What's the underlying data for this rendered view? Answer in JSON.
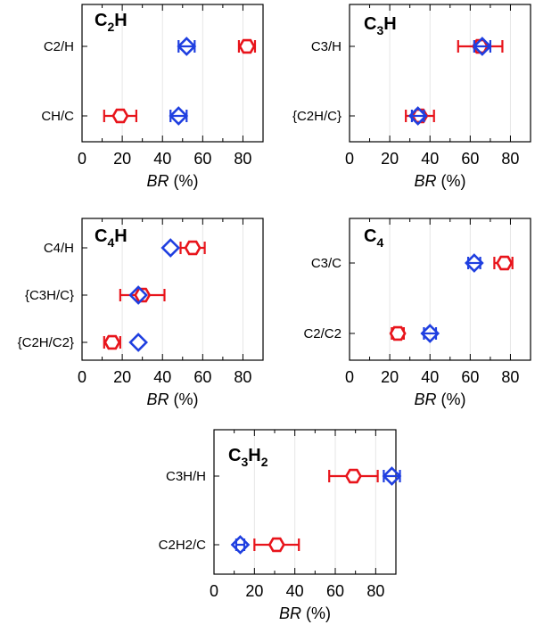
{
  "colors": {
    "red": "#e8141b",
    "blue": "#1f3fe0",
    "frame": "#000000",
    "grid": "#e6e6e6"
  },
  "chart_data": [
    {
      "type": "scatter",
      "title": {
        "main": "C",
        "sub1": "2",
        "mid": "H",
        "sub2": ""
      },
      "xlabel_italic": "BR",
      "xlabel_rest": " (%)",
      "xlim": [
        0,
        90
      ],
      "xticks": [
        "0",
        "20",
        "40",
        "60",
        "80"
      ],
      "categories": [
        "C2/H",
        "CH/C"
      ],
      "series": [
        {
          "color": "red",
          "marker": "hexagon",
          "values": [
            82,
            19
          ],
          "errors": [
            [
              78,
              86
            ],
            [
              11,
              27
            ]
          ]
        },
        {
          "color": "blue",
          "marker": "diamond",
          "values": [
            52,
            48
          ],
          "errors": [
            [
              48,
              56
            ],
            [
              44,
              52
            ]
          ]
        }
      ]
    },
    {
      "type": "scatter",
      "title": {
        "main": "C",
        "sub1": "3",
        "mid": "H",
        "sub2": ""
      },
      "xlabel_italic": "BR",
      "xlabel_rest": " (%)",
      "xlim": [
        0,
        90
      ],
      "xticks": [
        "0",
        "20",
        "40",
        "60",
        "80"
      ],
      "categories": [
        "C3/H",
        "{C2H/C}"
      ],
      "series": [
        {
          "color": "red",
          "marker": "hexagon",
          "values": [
            65,
            35
          ],
          "errors": [
            [
              54,
              76
            ],
            [
              28,
              42
            ]
          ]
        },
        {
          "color": "blue",
          "marker": "diamond",
          "values": [
            66,
            34
          ],
          "errors": [
            [
              62,
              70
            ],
            [
              31,
              37
            ]
          ]
        }
      ]
    },
    {
      "type": "scatter",
      "title": {
        "main": "C",
        "sub1": "4",
        "mid": "H",
        "sub2": ""
      },
      "xlabel_italic": "BR",
      "xlabel_rest": " (%)",
      "xlim": [
        0,
        90
      ],
      "xticks": [
        "0",
        "20",
        "40",
        "60",
        "80"
      ],
      "categories": [
        "C4/H",
        "{C3H/C}",
        "{C2H/C2}"
      ],
      "series": [
        {
          "color": "red",
          "marker": "hexagon",
          "values": [
            55,
            30,
            15
          ],
          "errors": [
            [
              49,
              61
            ],
            [
              19,
              41
            ],
            [
              11,
              19
            ]
          ]
        },
        {
          "color": "blue",
          "marker": "diamond",
          "values": [
            44,
            28,
            28
          ],
          "errors": [
            [
              44,
              44
            ],
            [
              28,
              28
            ],
            [
              28,
              28
            ]
          ]
        }
      ]
    },
    {
      "type": "scatter",
      "title": {
        "main": "C",
        "sub1": "4",
        "mid": "",
        "sub2": ""
      },
      "xlabel_italic": "BR",
      "xlabel_rest": " (%)",
      "xlim": [
        0,
        90
      ],
      "xticks": [
        "0",
        "20",
        "40",
        "60",
        "80"
      ],
      "categories": [
        "C3/C",
        "C2/C2"
      ],
      "series": [
        {
          "color": "red",
          "marker": "hexagon",
          "values": [
            77,
            24
          ],
          "errors": [
            [
              72,
              81
            ],
            [
              21,
              27
            ]
          ]
        },
        {
          "color": "blue",
          "marker": "diamond",
          "values": [
            62,
            40
          ],
          "errors": [
            [
              59,
              65
            ],
            [
              37,
              43
            ]
          ]
        }
      ]
    },
    {
      "type": "scatter",
      "title": {
        "main": "C",
        "sub1": "3",
        "mid": "H",
        "sub2": "2"
      },
      "xlabel_italic": "BR",
      "xlabel_rest": " (%)",
      "xlim": [
        0,
        90
      ],
      "xticks": [
        "0",
        "20",
        "40",
        "60",
        "80"
      ],
      "categories": [
        "C3H/H",
        "C2H2/C"
      ],
      "series": [
        {
          "color": "red",
          "marker": "hexagon",
          "values": [
            69,
            31
          ],
          "errors": [
            [
              57,
              81
            ],
            [
              20,
              42
            ]
          ]
        },
        {
          "color": "blue",
          "marker": "diamond",
          "values": [
            88,
            13
          ],
          "errors": [
            [
              84,
              92
            ],
            [
              11,
              15
            ]
          ]
        }
      ]
    }
  ]
}
